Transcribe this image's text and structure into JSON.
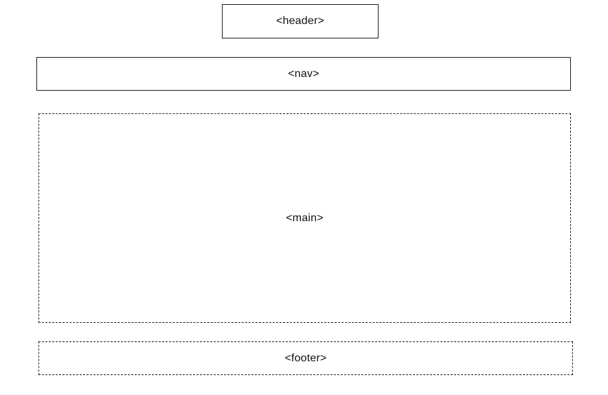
{
  "regions": {
    "header": {
      "label": "<header>",
      "border": "solid"
    },
    "nav": {
      "label": "<nav>",
      "border": "solid"
    },
    "main": {
      "label": "<main>",
      "border": "dashed"
    },
    "footer": {
      "label": "<footer>",
      "border": "dashed"
    }
  },
  "colors": {
    "background": "#ffffff",
    "stroke": "#1a1a1a",
    "text": "#111111"
  }
}
